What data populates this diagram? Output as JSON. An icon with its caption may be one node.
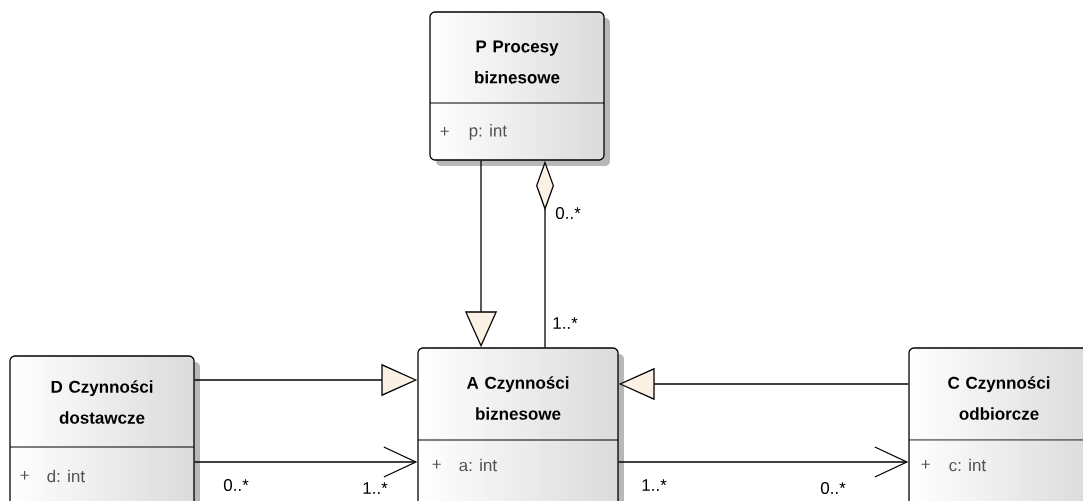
{
  "diagram": {
    "nodes": [
      {
        "text": [
          "P Procesy biznesowe",
          "+",
          "p: int"
        ]
      },
      {
        "text": [
          "A Czynności biznesowe",
          "+",
          "a: int"
        ]
      },
      {
        "text": [
          "D Czynności dostawcze",
          "+",
          "d: int"
        ]
      },
      {
        "text": [
          "C Czynności odbiorcze",
          "+",
          "c: int"
        ]
      }
    ],
    "edges": [
      {
        "from": 0,
        "to": 1,
        "arrow": "to"
      },
      {
        "from": 1,
        "to": 0,
        "arrow": "other"
      },
      {
        "from": 2,
        "to": 1,
        "arrow": "to"
      },
      {
        "from": 3,
        "to": 1,
        "arrow": "to"
      },
      {
        "from": 2,
        "to": 1,
        "arrow": "to"
      },
      {
        "from": 1,
        "to": 3,
        "arrow": "to"
      }
    ],
    "labels": [
      "0..*",
      "1..*",
      "0..*",
      "1..*",
      "0..*",
      "1..*"
    ]
  }
}
